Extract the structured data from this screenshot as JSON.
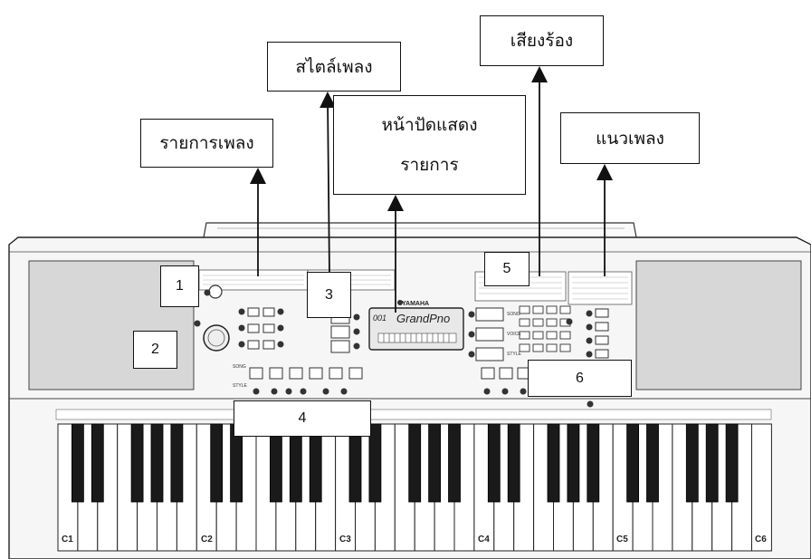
{
  "callouts": {
    "song_list": "รายการเพลง",
    "style": "สไตล์เพลง",
    "display_line1": "หน้าปัดแสดง",
    "display_line2": "รายการ",
    "voice": "เสียงร้อง",
    "genre": "แนวเพลง"
  },
  "number_labels": [
    "1",
    "2",
    "3",
    "4",
    "5",
    "6"
  ],
  "keyboard": {
    "brand": "YAMAHA",
    "lcd_text": "GrandPno",
    "lcd_number": "001",
    "button_labels": {
      "song": "SONG",
      "voice": "VOICE",
      "style": "STYLE",
      "song_left": "SONG",
      "style_left": "STYLE"
    },
    "octave_labels": [
      "C1",
      "C2",
      "C3",
      "C4",
      "C5",
      "C6"
    ]
  },
  "colors": {
    "line": "#111111",
    "body": "#f6f6f6",
    "speaker": "#d7d7d7",
    "black_key": "#1a1a1a"
  }
}
